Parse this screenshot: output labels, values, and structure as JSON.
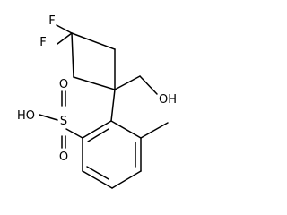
{
  "molecule": {
    "atoms": {
      "fluorine_1": "F",
      "fluorine_2": "F",
      "hydroxyl": "OH",
      "sulfonic_hydroxyl": "HO",
      "sulfur": "S",
      "sulfonyl_oxygen_top": "O",
      "sulfonyl_oxygen_bottom": "O"
    },
    "colors": {
      "bond": "#000000",
      "label": "#000000",
      "background": "#ffffff"
    }
  }
}
